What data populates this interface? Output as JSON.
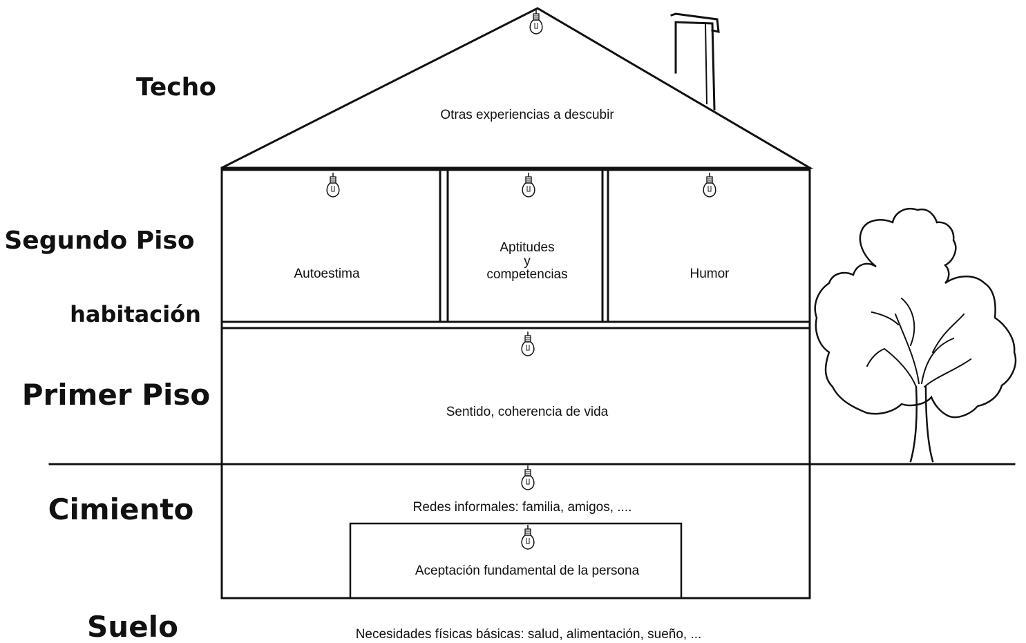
{
  "side_labels": {
    "techo": "Techo",
    "segundo_piso": "Segundo Piso",
    "habitacion": "habitación",
    "primer_piso": "Primer Piso",
    "cimiento": "Cimiento",
    "suelo": "Suelo"
  },
  "roof": {
    "text": "Otras experiencias a descubir"
  },
  "second_floor": {
    "rooms": [
      {
        "text": "Autoestima"
      },
      {
        "line1": "Aptitudes",
        "line2": "y",
        "line3": "competencias"
      },
      {
        "text": "Humor"
      }
    ]
  },
  "first_floor": {
    "text": "Sentido, coherencia de vida"
  },
  "foundation": {
    "text": "Redes informales: familia, amigos, ....",
    "inner_text": "Aceptación fundamental de la persona"
  },
  "ground": {
    "text": "Necesidades físicas básicas: salud, alimentación, sueño, ..."
  },
  "icons": [
    "lightbulb-icon",
    "tree-icon",
    "chimney-icon"
  ],
  "colors": {
    "ink": "#111111",
    "background": "#ffffff"
  }
}
